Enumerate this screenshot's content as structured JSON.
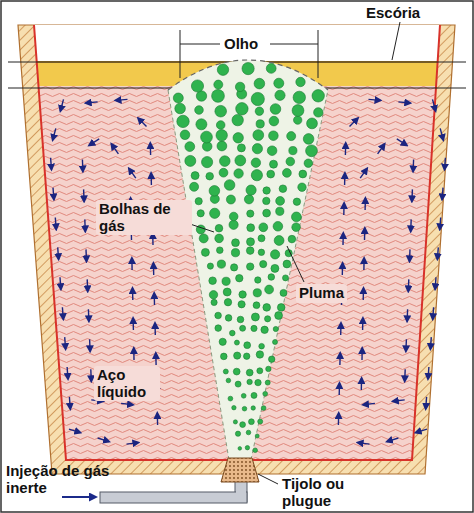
{
  "diagram": {
    "labels": [
      "Olho",
      "Escória",
      "Bolhas de gás",
      "Pluma",
      "Aço líquido",
      "Injeção de gás inerte",
      "Tijolo ou plugue"
    ]
  }
}
